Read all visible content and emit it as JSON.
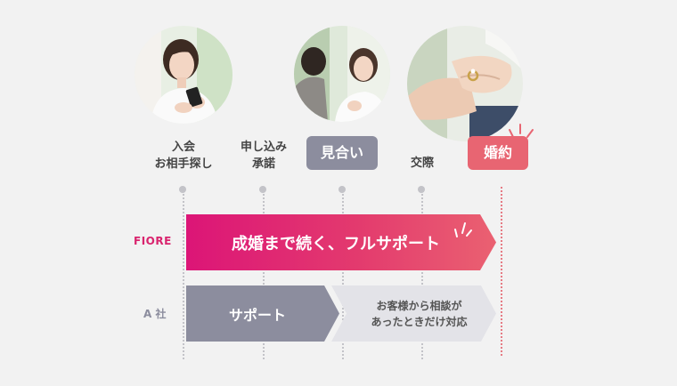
{
  "stages": [
    {
      "label": "入会\nお相手探し"
    },
    {
      "label": "申し込み\n承諾"
    },
    {
      "label": "見合い"
    },
    {
      "label": "交際"
    },
    {
      "label": "婚約"
    }
  ],
  "rows": {
    "fiore": {
      "label": "FIORE",
      "bar_text": "成婚まで続く、フルサポート"
    },
    "other": {
      "label": "A 社",
      "support_text": "サポート",
      "consult_text": "お客様から相談が\nあったときだけ対応"
    }
  },
  "colors": {
    "fiore_start": "#dc1577",
    "fiore_end": "#ea6171",
    "gray_pill": "#8c8d9e",
    "engage_pill": "#e86572",
    "light_bar": "#e3e3e8"
  }
}
